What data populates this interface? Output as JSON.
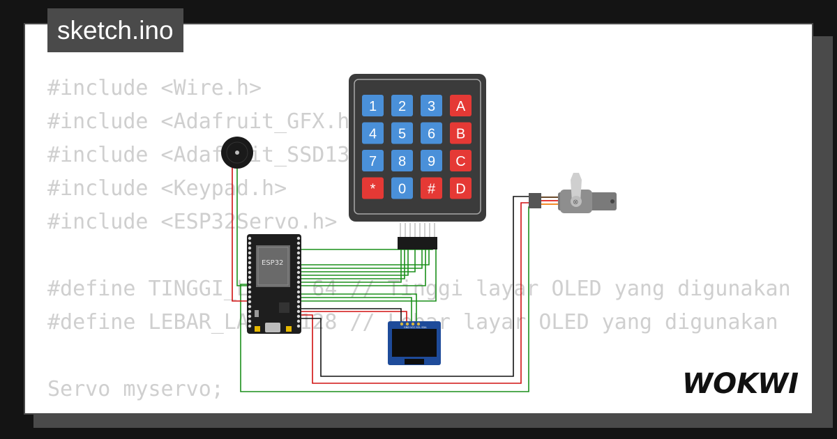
{
  "file_tab": "sketch.ino",
  "code_lines": [
    "#include <Wire.h>",
    "#include <Adafruit_GFX.h>",
    "#include <Adafruit_SSD1306.h>",
    "#include <Keypad.h>",
    "#include <ESP32Servo.h>",
    "",
    "#define TINGGI_LAYAR 64 // Tinggi layar OLED yang digunakan",
    "#define LEBAR_LAYAR 128 // Lebar layar OLED yang digunakan",
    "",
    "Servo myservo;"
  ],
  "keypad": {
    "keys": [
      "1",
      "2",
      "3",
      "A",
      "4",
      "5",
      "6",
      "B",
      "7",
      "8",
      "9",
      "C",
      "*",
      "0",
      "#",
      "D"
    ]
  },
  "esp32": {
    "label": "ESP32"
  },
  "oled": {
    "pins": "GND VCC SCL SDA"
  },
  "logo_text": "WOKWI",
  "colors": {
    "card": "#ffffff",
    "frame": "#4a4a4a",
    "code": "#cfcfcf",
    "wire_green": "#1a8f1a",
    "wire_red": "#d01010",
    "key_num": "#4a90d9",
    "key_letter": "#e53935"
  }
}
